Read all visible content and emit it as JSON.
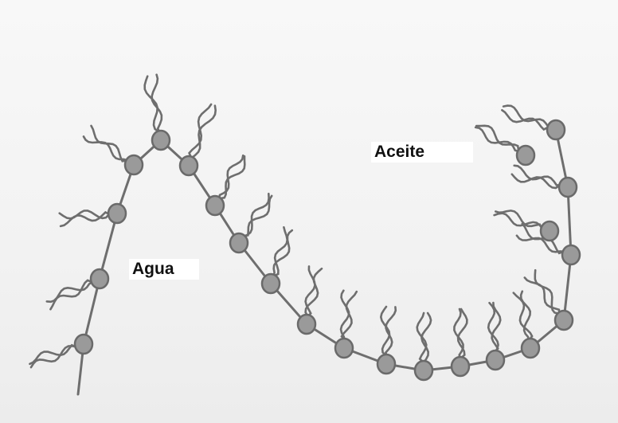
{
  "diagram": {
    "labels": {
      "oil": "Aceite",
      "water": "Agua"
    },
    "colors": {
      "background": "#f2f2f2",
      "head_fill": "#9a9a9a",
      "head_stroke": "#6a6a6a",
      "line": "#6e6e6e"
    },
    "heads": [
      {
        "id": "h1"
      },
      {
        "id": "h2"
      },
      {
        "id": "h3"
      },
      {
        "id": "h4"
      },
      {
        "id": "h5"
      },
      {
        "id": "h6"
      },
      {
        "id": "h7"
      },
      {
        "id": "h8"
      },
      {
        "id": "h9"
      },
      {
        "id": "h10"
      },
      {
        "id": "h11"
      },
      {
        "id": "h12"
      },
      {
        "id": "h13"
      },
      {
        "id": "h14"
      },
      {
        "id": "h15"
      },
      {
        "id": "h16"
      },
      {
        "id": "h17"
      },
      {
        "id": "h18"
      },
      {
        "id": "h19"
      },
      {
        "id": "h20"
      },
      {
        "id": "h21"
      },
      {
        "id": "h22"
      }
    ]
  }
}
